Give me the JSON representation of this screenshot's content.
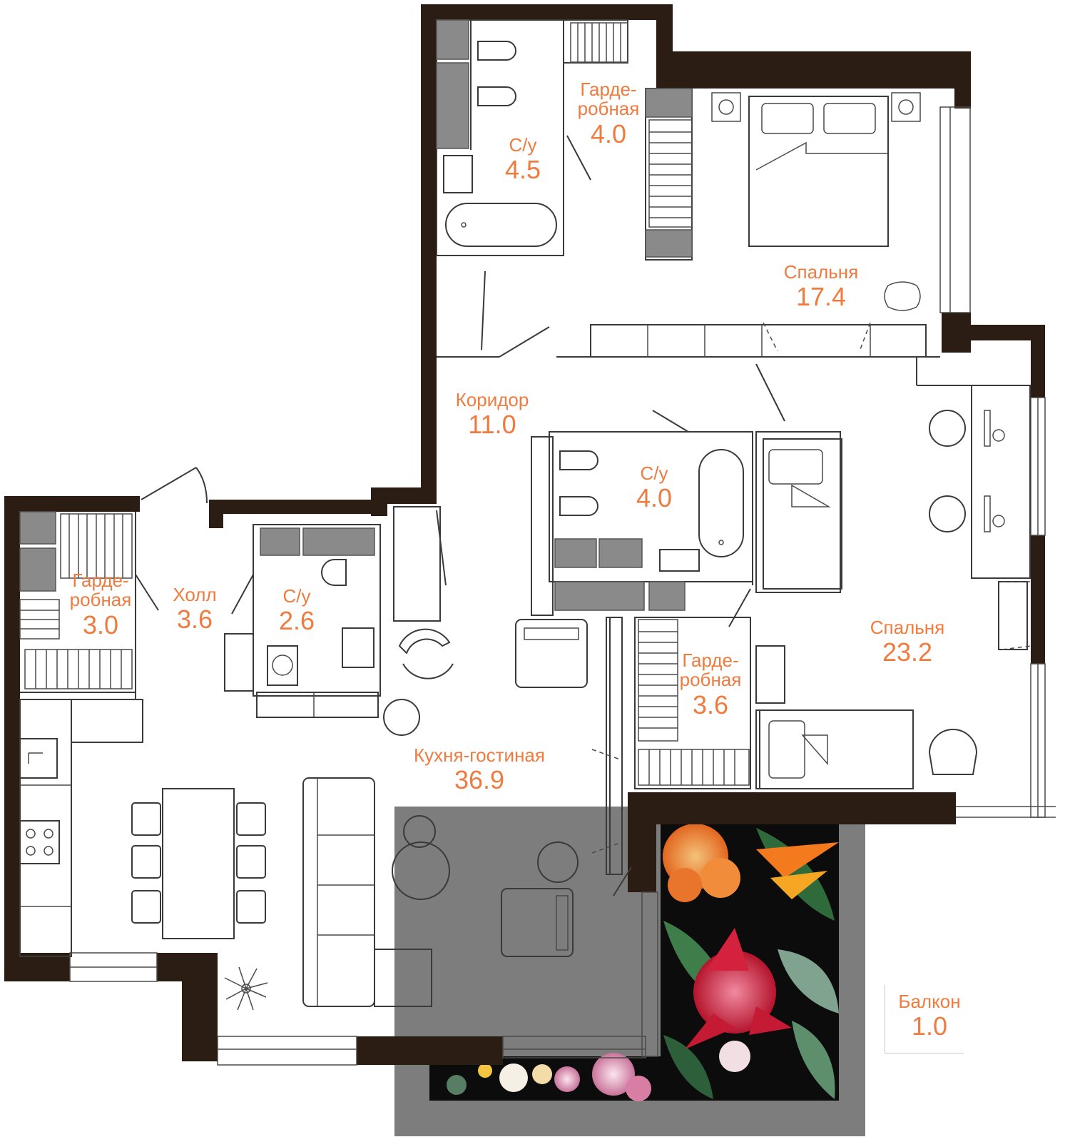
{
  "colors": {
    "wall": "#2b1d14",
    "label": "#f07b3f",
    "storage": "#8a8a8a",
    "balcony_frame": "#7d7d7d",
    "balcony_image_base": "#0c0c0c"
  },
  "rooms": [
    {
      "id": "wardrobe-top",
      "name": "Гарде-\nробная",
      "area": "4.0"
    },
    {
      "id": "bathroom-top",
      "name": "С/у",
      "area": "4.5"
    },
    {
      "id": "bedroom-top",
      "name": "Спальня",
      "area": "17.4"
    },
    {
      "id": "corridor",
      "name": "Коридор",
      "area": "11.0"
    },
    {
      "id": "bathroom-middle",
      "name": "С/у",
      "area": "4.0"
    },
    {
      "id": "wardrobe-left",
      "name": "Гарде-\nробная",
      "area": "3.0"
    },
    {
      "id": "hall",
      "name": "Холл",
      "area": "3.6"
    },
    {
      "id": "bathroom-small",
      "name": "С/у",
      "area": "2.6"
    },
    {
      "id": "bedroom-right",
      "name": "Спальня",
      "area": "23.2"
    },
    {
      "id": "wardrobe-middle",
      "name": "Гарде-\nробная",
      "area": "3.6"
    },
    {
      "id": "kitchen-living",
      "name": "Кухня-гостиная",
      "area": "36.9"
    },
    {
      "id": "balcony",
      "name": "Балкон",
      "area": "1.0"
    }
  ],
  "icons": {
    "balcony_image": "tropical-flowers-image",
    "plant": "plant-icon"
  }
}
